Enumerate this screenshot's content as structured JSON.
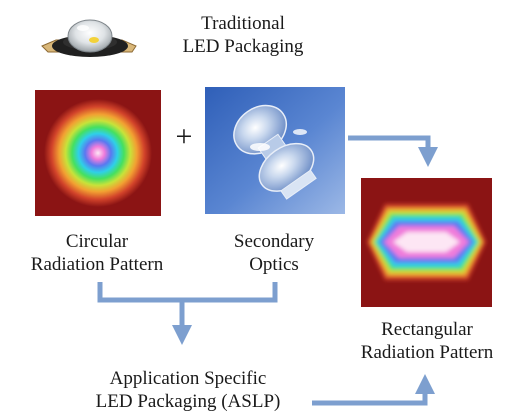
{
  "labels": {
    "traditional": [
      "Traditional",
      "LED Packaging"
    ],
    "circular": [
      "Circular",
      "Radiation Pattern"
    ],
    "secondary": [
      "Secondary",
      "Optics"
    ],
    "rectangular": [
      "Rectangular",
      "Radiation Pattern"
    ],
    "aslp": [
      "Application Specific",
      "LED Packaging (ASLP)"
    ],
    "plus": "+"
  },
  "colors": {
    "arrow": "#7d9fcf",
    "pattern_background": "#8b1414"
  },
  "icons": {
    "led_package": "led-package-photo",
    "lens": "secondary-optics-lens-photo"
  }
}
